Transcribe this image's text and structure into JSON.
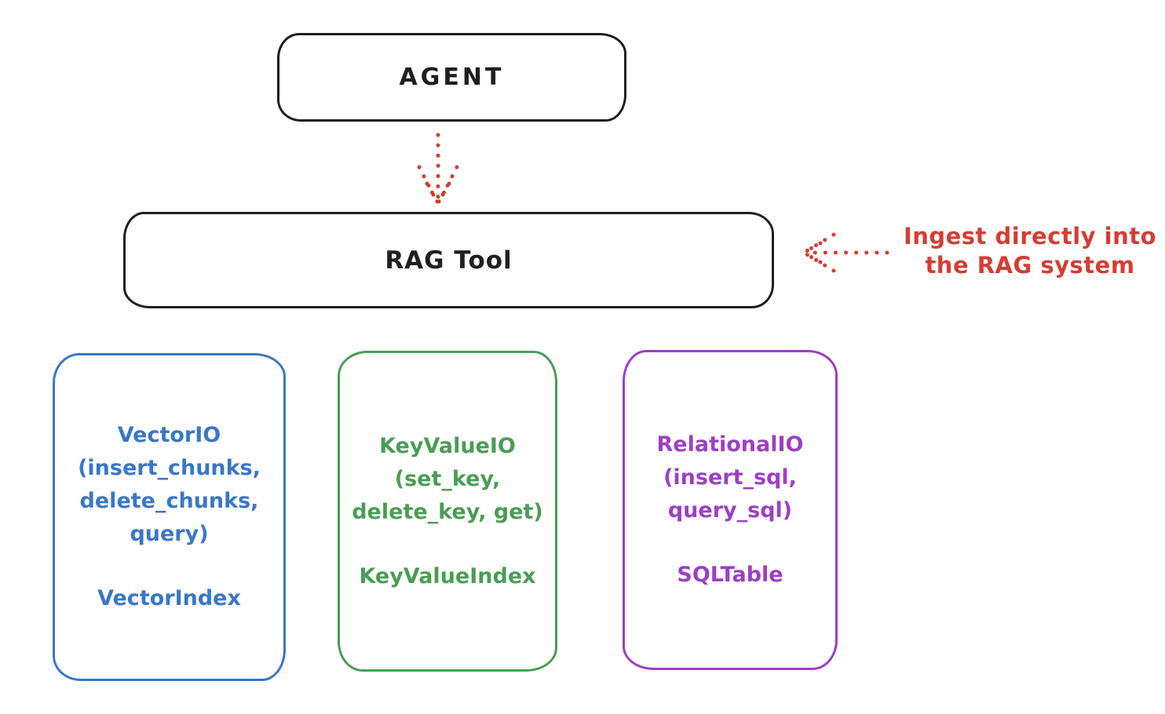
{
  "canvas": {
    "background": "#ffffff",
    "ink_color": "#1f1f1f"
  },
  "nodes": {
    "agent": {
      "label": "AGENT"
    },
    "rag_tool": {
      "label": "RAG Tool"
    }
  },
  "annotation": {
    "line1": "Ingest directly into",
    "line2": "the RAG system",
    "color": "#d43d33"
  },
  "arrows": {
    "agent_to_rag": {
      "style": "dotted",
      "direction": "down",
      "color": "#d43d33"
    },
    "annotation_to_rag": {
      "style": "dotted",
      "direction": "left",
      "color": "#d43d33"
    }
  },
  "stores": [
    {
      "name": "vector-io",
      "color": "#3a77c6",
      "title_lines": [
        "VectorIO",
        "(insert_chunks,",
        "delete_chunks,",
        "query)"
      ],
      "index_label": "VectorIndex"
    },
    {
      "name": "key-value-io",
      "color": "#4a9d55",
      "title_lines": [
        "KeyValueIO",
        "(set_key,",
        "delete_key, get)"
      ],
      "index_label": "KeyValueIndex"
    },
    {
      "name": "relational-io",
      "color": "#9d3fc4",
      "title_lines": [
        "RelationalIO",
        "(insert_sql,",
        "query_sql)"
      ],
      "index_label": "SQLTable"
    }
  ]
}
